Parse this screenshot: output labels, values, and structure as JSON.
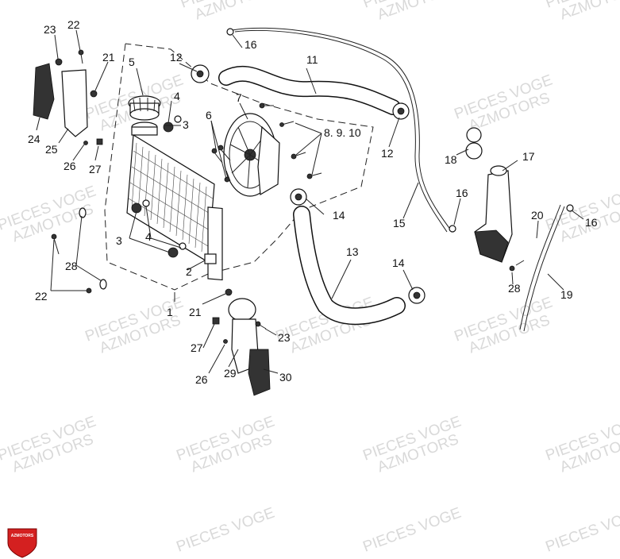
{
  "watermark": {
    "line1": "PIECES VOGE",
    "line2": "AZMOTORS"
  },
  "logo": {
    "text": "AZMOTORS",
    "color": "#d42020"
  },
  "callouts": {
    "c1": "1",
    "c2": "2",
    "c3a": "3",
    "c3b": "3",
    "c4a": "4",
    "c4b": "4",
    "c5": "5",
    "c6": "6",
    "c7": "7",
    "c8910": "8. 9. 10",
    "c11": "11",
    "c12a": "12",
    "c12b": "12",
    "c13": "13",
    "c14a": "14",
    "c14b": "14",
    "c15": "15",
    "c16a": "16",
    "c16b": "16",
    "c16c": "16",
    "c17": "17",
    "c18": "18",
    "c19": "19",
    "c20": "20",
    "c21a": "21",
    "c21b": "21",
    "c22a": "22",
    "c22b": "22",
    "c23a": "23",
    "c23b": "23",
    "c24": "24",
    "c25": "25",
    "c26a": "26",
    "c26b": "26",
    "c27a": "27",
    "c27b": "27",
    "c28a": "28",
    "c28b": "28",
    "c29": "29",
    "c30": "30"
  }
}
